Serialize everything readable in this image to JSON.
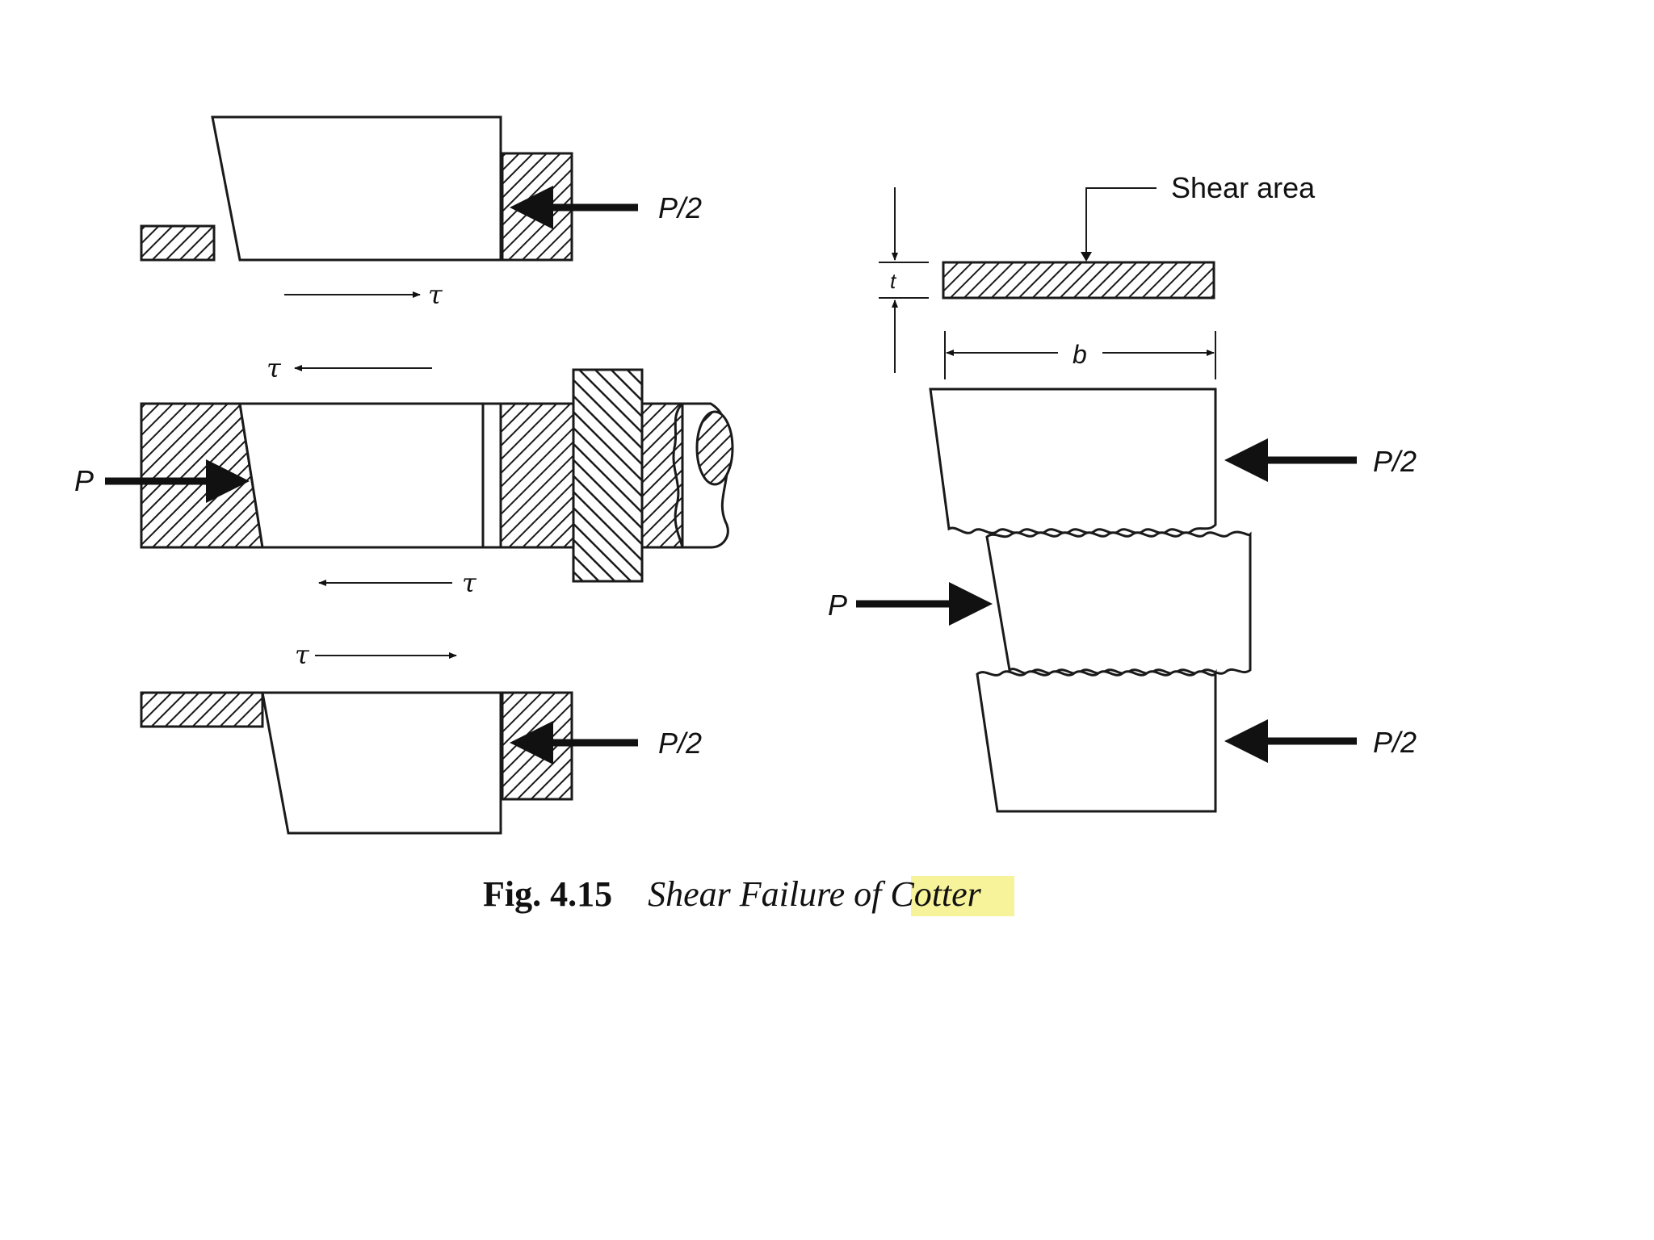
{
  "labels": {
    "half_load": "P/2",
    "load": "P",
    "shear_stress": "τ",
    "shear_area": "Shear area",
    "thickness": "t",
    "width": "b"
  },
  "caption": {
    "number": "Fig. 4.15",
    "text": "Shear Failure of ",
    "highlighted_word": "Cotter",
    "highlight_color": "#f7f39a"
  },
  "colors": {
    "line": "#1a1a1a",
    "background": "#ffffff"
  }
}
